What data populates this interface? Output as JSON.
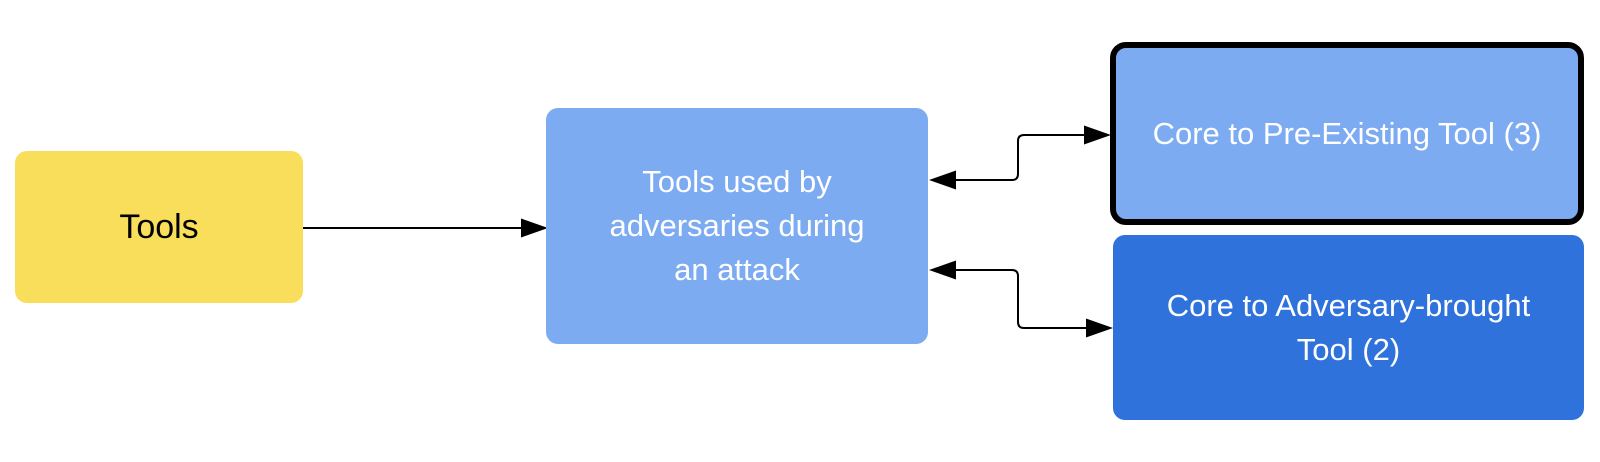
{
  "diagram": {
    "background": "#ffffff",
    "connector_color": "#000000",
    "nodes": {
      "tools": {
        "label": "Tools",
        "fill": "#F8DE5B",
        "text_color": "#000000"
      },
      "center": {
        "label": "Tools used by adversaries during an attack",
        "lines": [
          "Tools used by",
          "adversaries during",
          "an attack"
        ],
        "fill": "#7DABF2",
        "text_color": "#ffffff"
      },
      "pre_existing": {
        "label": "Core to Pre-Existing Tool (3)",
        "lines": [
          "Core to Pre-Existing Tool (3)"
        ],
        "fill": "#7DABF2",
        "text_color": "#ffffff",
        "border_color": "#000000"
      },
      "adversary_brought": {
        "label": "Core to Adversary-brought Tool (2)",
        "lines": [
          "Core to Adversary-brought",
          "Tool (2)"
        ],
        "fill": "#2F72DB",
        "text_color": "#ffffff"
      }
    },
    "connectors": [
      {
        "from": "tools",
        "to": "center",
        "arrows": "to"
      },
      {
        "from": "center",
        "to": "pre_existing",
        "arrows": "both"
      },
      {
        "from": "center",
        "to": "adversary_brought",
        "arrows": "both"
      }
    ]
  }
}
